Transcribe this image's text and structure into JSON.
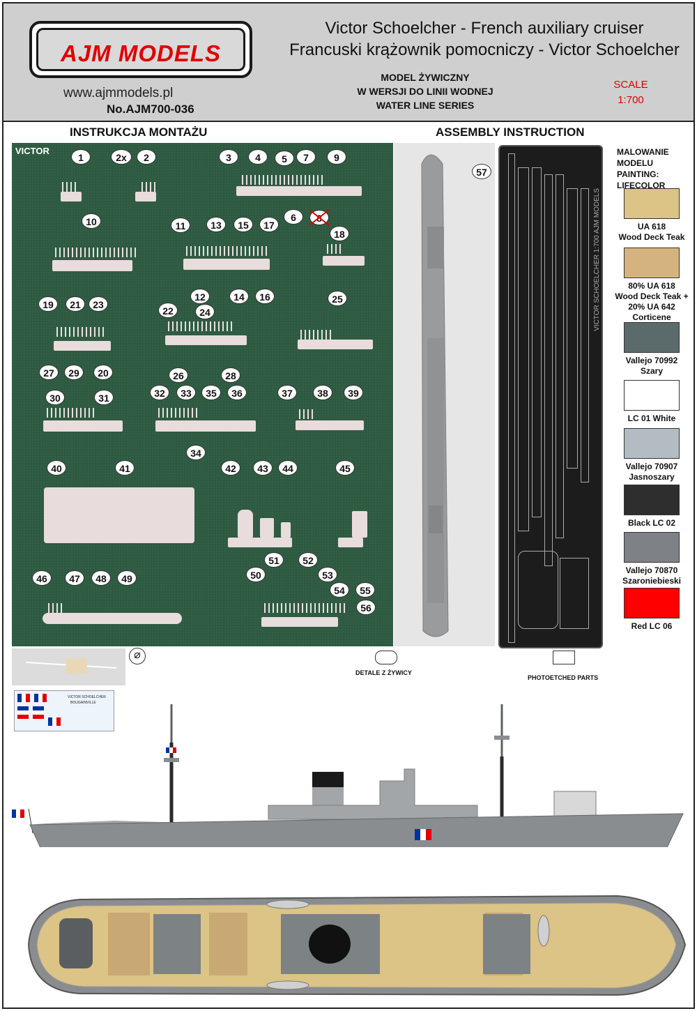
{
  "header": {
    "logo_text": "AJM MODELS",
    "website": "www.ajmmodels.pl",
    "catalog_no": "No.AJM700-036",
    "title_en": "Victor Schoelcher - French auxiliary cruiser",
    "title_pl": "Francuski krążownik pomocniczy - Victor Schoelcher",
    "subtitle_lines": [
      "MODEL ŻYWICZNY",
      "W WERSJI DO LINII WODNEJ",
      "WATER LINE SERIES"
    ],
    "scale_label": "SCALE",
    "scale_value": "1:700"
  },
  "sections": {
    "left_title": "INSTRUKCJA MONTAŻU",
    "right_title": "ASSEMBLY INSTRUCTION"
  },
  "parts_photo": {
    "tag": "VICTOR",
    "multiplier_label": "2x",
    "numbers": [
      "1",
      "2",
      "3",
      "4",
      "5",
      "7",
      "9",
      "6",
      "8",
      "10",
      "11",
      "13",
      "15",
      "17",
      "18",
      "12",
      "14",
      "16",
      "19",
      "21",
      "23",
      "25",
      "27",
      "29",
      "20",
      "22",
      "24",
      "26",
      "28",
      "30",
      "31",
      "32",
      "33",
      "35",
      "36",
      "37",
      "38",
      "39",
      "34",
      "40",
      "41",
      "42",
      "43",
      "44",
      "45",
      "46",
      "47",
      "48",
      "49",
      "51",
      "52",
      "50",
      "53",
      "54",
      "55",
      "56"
    ],
    "hull_number": "57"
  },
  "photoetch": {
    "sheet_text": "VICTOR SCHOELCHER 1:700 AJM MODELS"
  },
  "painting": {
    "heading_lines": [
      "MALOWANIE",
      "MODELU",
      "PAINTING:",
      "LIFECOLOR"
    ],
    "swatches": [
      {
        "color": "#dcc386",
        "label_lines": [
          "UA 618",
          "Wood Deck Teak"
        ]
      },
      {
        "color": "#d4b37e",
        "label_lines": [
          "80% UA 618",
          "Wood Deck Teak +",
          "20% UA 642",
          "Corticene"
        ]
      },
      {
        "color": "#5b6a6a",
        "label_lines": [
          "Vallejo 70992",
          "Szary"
        ]
      },
      {
        "color": "#ffffff",
        "label_lines": [
          "LC 01 White"
        ]
      },
      {
        "color": "#b3bcc3",
        "label_lines": [
          "Vallejo 70907",
          "Jasnoszary"
        ]
      },
      {
        "color": "#2e2e2e",
        "label_lines": [
          "Black LC 02"
        ]
      },
      {
        "color": "#7e8185",
        "label_lines": [
          "Vallejo 70870",
          "Szaroniebieski"
        ]
      },
      {
        "color": "#ff0000",
        "label_lines": [
          "Red LC 06"
        ]
      }
    ]
  },
  "legend": {
    "resin_label": "DETALE Z ŻYWICY",
    "pe_label": "PHOTOETCHED PARTS",
    "diameter_symbol": "⌀"
  },
  "decal_sheet": {
    "line1": "VICTOR SCHOELCHER",
    "line2": "BOUGAINVILLE"
  },
  "colors": {
    "brand_red": "#e00000",
    "header_grey": "#cfcfcf",
    "mat_green": "#2d5a40",
    "hull_grey": "#8a8d90",
    "deck_teak": "#dcc386"
  }
}
